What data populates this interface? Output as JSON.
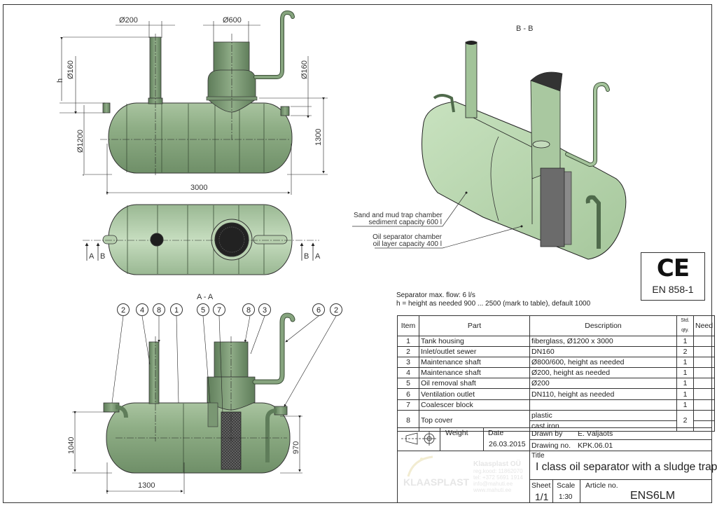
{
  "views": {
    "front": {
      "dims": {
        "d200": "Ø200",
        "d600": "Ø600",
        "d160_left": "Ø160",
        "d160_right": "Ø160",
        "h": "h",
        "d1200": "Ø1200",
        "h1300": "1300",
        "l3000": "3000"
      }
    },
    "top": {
      "section_marks": [
        "A",
        "B",
        "B",
        "A"
      ]
    },
    "section_aa": {
      "title": "A - A",
      "balloons": [
        "2",
        "4",
        "8",
        "1",
        "5",
        "7",
        "8",
        "3",
        "6",
        "2"
      ],
      "dims": {
        "h1040": "1040",
        "h970": "970",
        "l1300": "1300"
      }
    },
    "section_bb": {
      "title": "B - B",
      "callouts": [
        {
          "line1": "Sand and mud trap chamber",
          "line2": "sediment capacity 600 l"
        },
        {
          "line1": "Oil separator chamber",
          "line2": "oil layer capacity 400 l"
        }
      ]
    }
  },
  "certification": {
    "mark": "CE",
    "standard": "EN 858-1"
  },
  "notes": [
    "Separator max. flow: 6 l/s",
    "h = height as needed 900 ... 2500 (mark to table), default 1000"
  ],
  "bom": {
    "headers": {
      "item": "Item",
      "part": "Part",
      "description": "Description",
      "std_qty": "Std. qty.",
      "need": "Need"
    },
    "rows": [
      {
        "item": "1",
        "part": "Tank housing",
        "description": "fiberglass, Ø1200 x 3000",
        "std_qty": "1"
      },
      {
        "item": "2",
        "part": "Inlet/outlet sewer",
        "description": "DN160",
        "std_qty": "2"
      },
      {
        "item": "3",
        "part": "Maintenance shaft",
        "description": "Ø800/600, height as needed",
        "std_qty": "1"
      },
      {
        "item": "4",
        "part": "Maintenance shaft",
        "description": "Ø200, height as needed",
        "std_qty": "1"
      },
      {
        "item": "5",
        "part": "Oil removal shaft",
        "description": "Ø200",
        "std_qty": "1"
      },
      {
        "item": "6",
        "part": "Ventilation outlet",
        "description": "DN110, height as needed",
        "std_qty": "1"
      },
      {
        "item": "7",
        "part": "Coalescer block",
        "description": "",
        "std_qty": "1"
      }
    ],
    "row8": {
      "item": "8",
      "part": "Top cover",
      "desc_a": "plastic",
      "desc_b": "cast iron",
      "std_qty": "2"
    }
  },
  "title_block": {
    "weight_label": "Weight",
    "date_label": "Date",
    "date_value": "26.03.2015",
    "drawn_by_label": "Drawn by",
    "drawn_by_value": "E. Väljaots",
    "drawing_no_label": "Drawing no.",
    "drawing_no_value": "KPK.06.01",
    "title_label": "Title",
    "title_value": "I class oil separator with a sludge trap",
    "sheet_label": "Sheet",
    "sheet_value": "1/1",
    "scale_label": "Scale",
    "scale_value": "1:30",
    "article_label": "Article no.",
    "article_value": "ENS6LM",
    "company": {
      "logo_text": "KLAASPLAST",
      "name": "Klaasplast OÜ",
      "reg": "reg.kood: 11862070",
      "tel": "tel: +372 5691 1914",
      "email": "info@mahuti.ee",
      "web": "www.mahuti.ee"
    }
  },
  "colors": {
    "tank_green": "#8fae86",
    "tank_light": "#c4dcbc",
    "tank_dark": "#5f7d5a",
    "section_green": "#b9d6b0",
    "coalescer": "#6b6b6b"
  }
}
